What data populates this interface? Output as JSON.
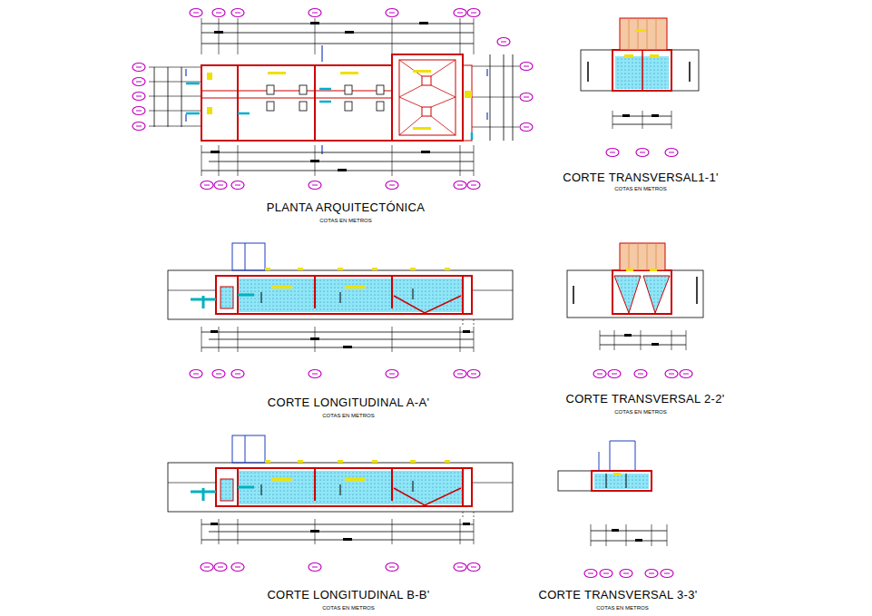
{
  "diagram": {
    "labels": [
      "PLANTA ARQUITECTÓNICA",
      "COTAS EN METROS",
      "CORTE TRANSVERSAL1-1'",
      "COTAS EN METROS",
      "CORTE LONGITUDINAL A-A'",
      "COTAS EN METROS",
      "CORTE TRANSVERSAL 2-2'",
      "COTAS EN METROS",
      "CORTE LONGITUDINAL B-B'",
      "COTAS EN METROS",
      "CORTE TRANSVERSAL 3-3'",
      "COTAS EN METROS"
    ]
  }
}
